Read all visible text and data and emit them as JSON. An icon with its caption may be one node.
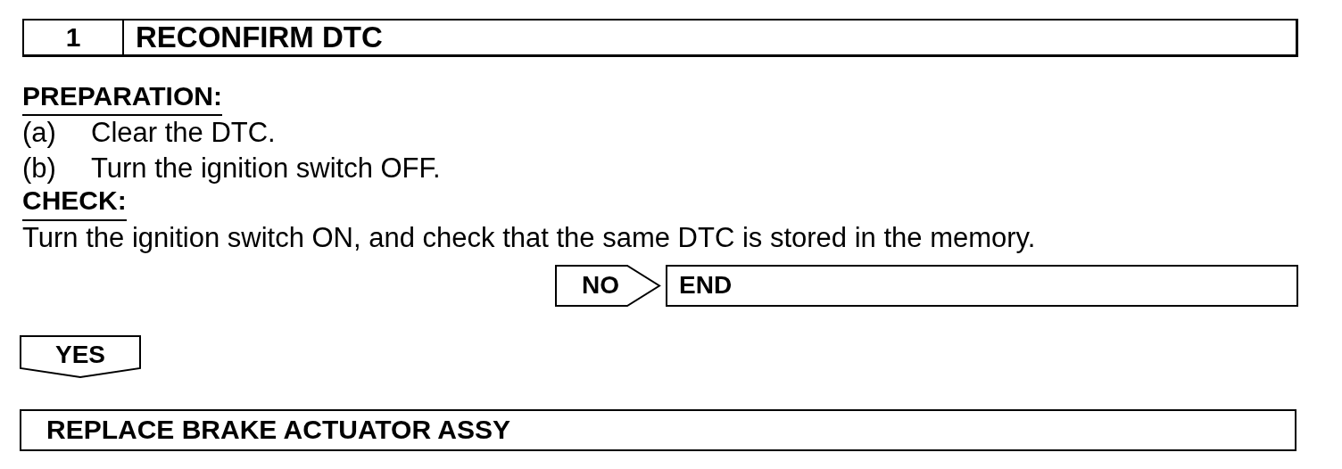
{
  "diagram": {
    "nodes": [
      {
        "text": [
          "1",
          "RECONFIRM DTC"
        ]
      },
      {
        "text": [
          "NO"
        ]
      },
      {
        "text": [
          "END"
        ]
      },
      {
        "text": [
          "YES"
        ]
      },
      {
        "text": [
          "REPLACE BRAKE ACTUATOR ASSY"
        ]
      }
    ],
    "labels": [
      "PREPARATION:",
      "(a)",
      "Clear the DTC.",
      "(b)",
      "Turn the ignition switch OFF.",
      "CHECK:",
      "Turn the ignition switch ON, and check that the same DTC is stored in the memory."
    ]
  }
}
